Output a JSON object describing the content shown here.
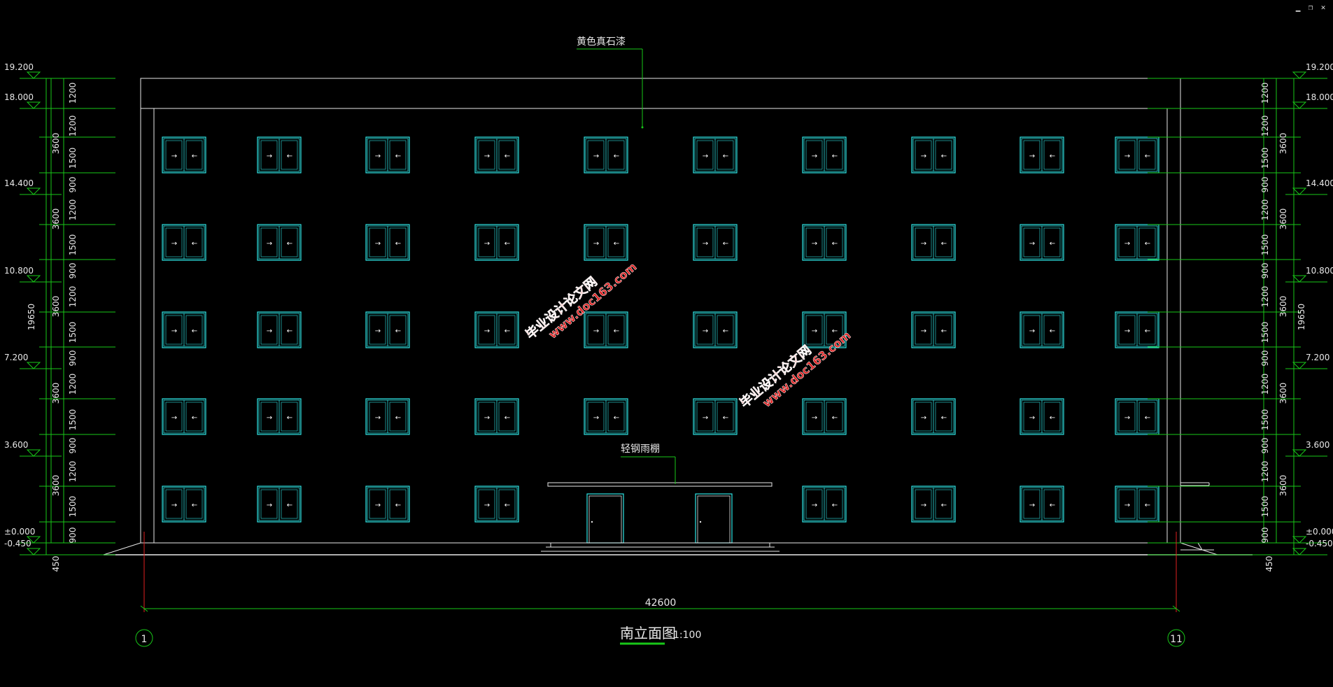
{
  "window_controls": {
    "minimize": "▁",
    "restore": "❐",
    "close": "✕"
  },
  "colors": {
    "green": "#18c718",
    "white": "#e8e8e8",
    "cyan": "#2fe6e6",
    "red": "#e02020",
    "yellow": "#e0d070",
    "bg": "#000000"
  },
  "annotations": {
    "top_label": "黄色真石漆",
    "canopy_label": "轻钢雨棚"
  },
  "title": {
    "text": "南立面图",
    "scale": "1:100"
  },
  "overall_dimension": "42600",
  "total_height": "19650",
  "plinth_height": "450",
  "axes": {
    "left": "1",
    "right": "11"
  },
  "elevations": [
    "19.200",
    "18.000",
    "14.400",
    "10.800",
    "7.200",
    "3.600",
    "±0.000",
    "-0.450"
  ],
  "floor_dim": "3600",
  "segments": [
    "1200",
    "1200",
    "1500",
    "900"
  ],
  "window_arrows": {
    "left": "→",
    "right": "←"
  },
  "watermarks": [
    {
      "name": "毕业设计论文网",
      "url": "www.doc163.com"
    },
    {
      "name": "毕业设计论文网",
      "url": "www.doc163.com"
    }
  ]
}
